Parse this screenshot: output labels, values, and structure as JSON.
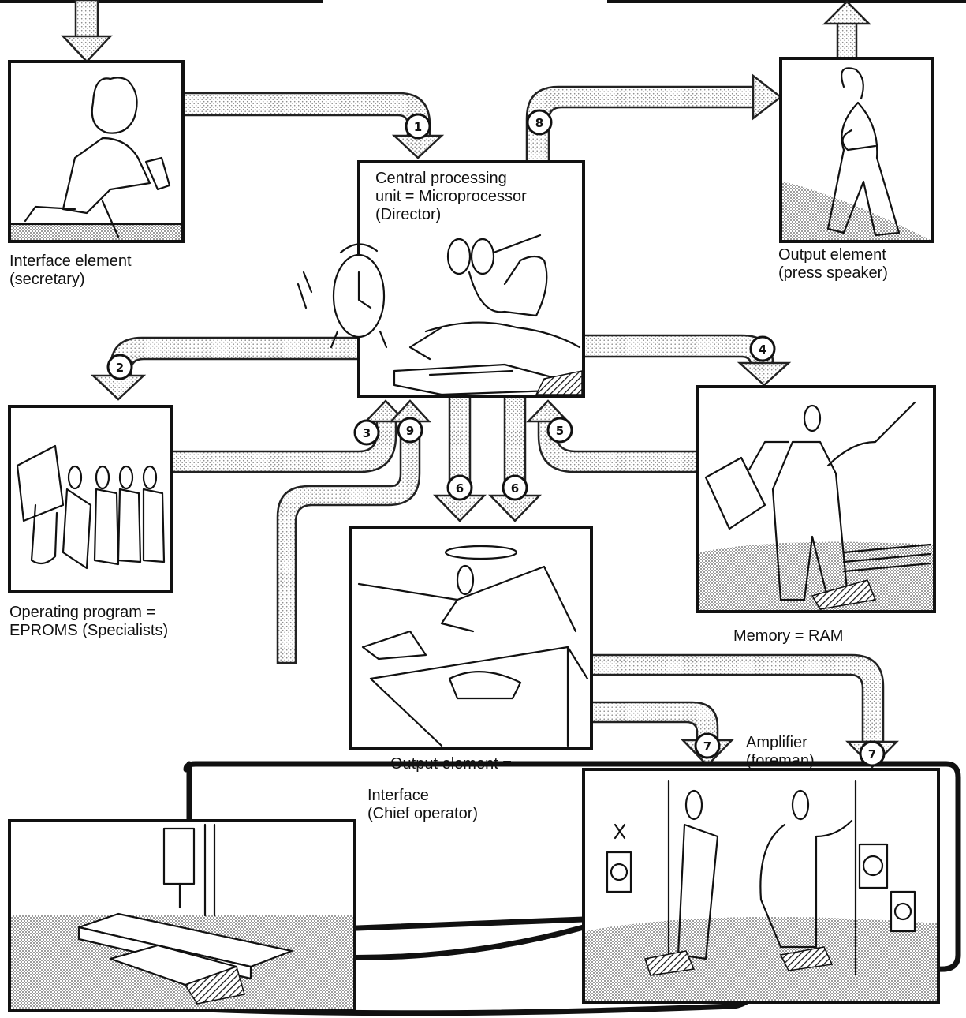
{
  "captions": {
    "cpu": "Central processing\nunit = Microprocessor\n(Director)",
    "interface_element": "Interface element\n(secretary)",
    "output_element_speaker": "Output element\n(press speaker)",
    "operating_program": "Operating program =\nEPROMS (Specialists)",
    "memory": "Memory = RAM",
    "amplifier": "Amplifier\n(foreman)",
    "output_interface_line1": "Output element =",
    "output_interface_line2": "Interface\n(Chief operator)"
  },
  "badges": {
    "b1": "1",
    "b2": "2",
    "b3": "3",
    "b4": "4",
    "b5": "5",
    "b6a": "6",
    "b6b": "6",
    "b7a": "7",
    "b7b": "7",
    "b8": "8",
    "b9": "9"
  },
  "colors": {
    "ink": "#111111",
    "paper": "#ffffff",
    "stipple": "#9a9a9a"
  }
}
